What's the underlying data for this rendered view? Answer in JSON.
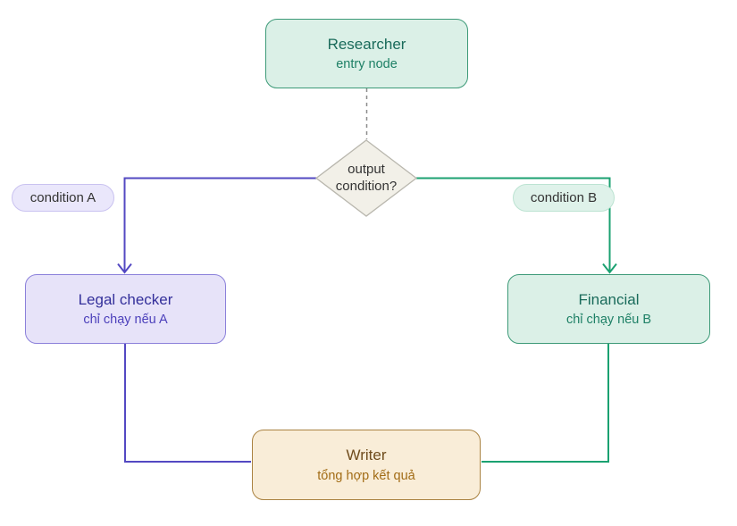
{
  "nodes": {
    "researcher": {
      "title": "Researcher",
      "subtitle": "entry node"
    },
    "decision": {
      "label": "output condition?"
    },
    "legal": {
      "title": "Legal checker",
      "subtitle": "chỉ chạy nếu A"
    },
    "financial": {
      "title": "Financial",
      "subtitle": "chỉ chạy nếu B"
    },
    "writer": {
      "title": "Writer",
      "subtitle": "tổng hợp kết quả"
    }
  },
  "edge_labels": {
    "condition_a": "condition A",
    "condition_b": "condition B"
  },
  "colors": {
    "purple_line": "#5348c2",
    "green_line": "#1ba171",
    "gray_line": "#8c8c8c",
    "teal_fill": "#dbf0e7",
    "teal_border": "#3d9a78",
    "teal_text": "#1a6b5b",
    "teal_subtext": "#1e8066",
    "purple_fill": "#e7e3f9",
    "purple_border": "#8b80da",
    "purple_text": "#34309b",
    "purple_subtext": "#4c40bb",
    "orange_fill": "#f9edd8",
    "orange_border": "#aa8342",
    "orange_text": "#6f4c1d",
    "orange_subtext": "#a26c16",
    "diamond_fill": "#f2f0e8",
    "diamond_border": "#b9b7ae",
    "label_fill_a": "#eae7fb",
    "label_border_a": "#c9c2f0",
    "label_fill_b": "#dff2ea",
    "label_border_b": "#bce3d2",
    "label_text": "#333333"
  }
}
